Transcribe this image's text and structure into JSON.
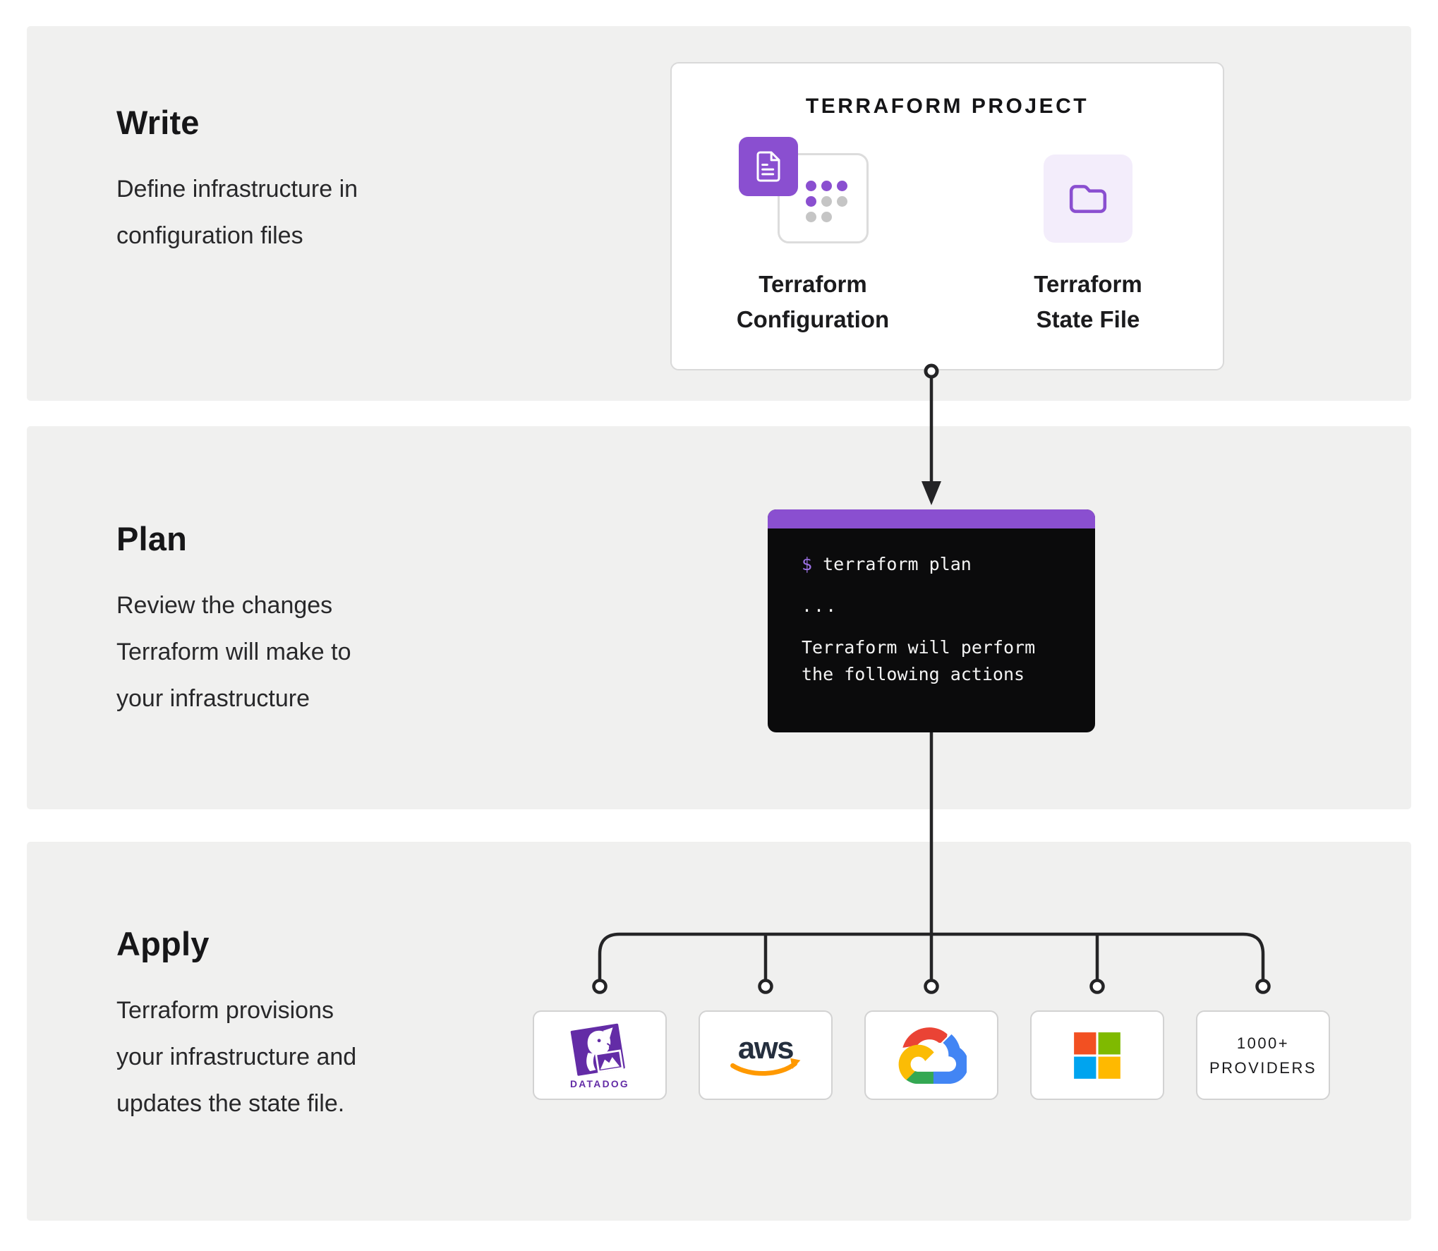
{
  "sections": {
    "write": {
      "heading": "Write",
      "description_lines": [
        "Define infrastructure in",
        "configuration files"
      ]
    },
    "plan": {
      "heading": "Plan",
      "description_lines": [
        "Review the changes",
        "Terraform will make to",
        "your infrastructure"
      ]
    },
    "apply": {
      "heading": "Apply",
      "description_lines": [
        "Terraform provisions",
        "your infrastructure and",
        "updates the state file."
      ]
    }
  },
  "project_card": {
    "title": "TERRAFORM PROJECT",
    "config_label_lines": [
      "Terraform",
      "Configuration"
    ],
    "state_label_lines": [
      "Terraform",
      "State File"
    ]
  },
  "terminal": {
    "prompt": "$",
    "command": "terraform plan",
    "ellipsis": "...",
    "output_lines": [
      "Terraform will perform",
      "the following actions"
    ]
  },
  "providers": [
    {
      "name": "Datadog",
      "icon": "datadog-logo",
      "wordmark": "DATADOG"
    },
    {
      "name": "AWS",
      "icon": "aws-logo",
      "wordmark": "aws"
    },
    {
      "name": "Google Cloud",
      "icon": "google-cloud-logo"
    },
    {
      "name": "Microsoft",
      "icon": "microsoft-logo"
    },
    {
      "name": "1000+ Providers",
      "lines": [
        "1000+",
        "PROVIDERS"
      ]
    }
  ],
  "colors": {
    "accent_purple": "#8a4fd0",
    "panel_gray": "#f0f0ef",
    "terminal_bg": "#0b0b0c",
    "datadog_purple": "#632ca6",
    "aws_navy": "#252f3e",
    "aws_orange": "#ff9900"
  }
}
